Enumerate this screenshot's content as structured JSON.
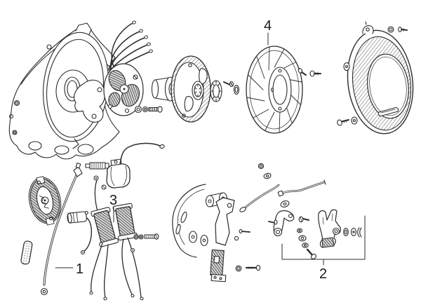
{
  "diagram": {
    "type": "exploded-parts-diagram",
    "background": "#ffffff",
    "ink": "#2b2b2b",
    "callouts": {
      "cable": "1",
      "linkage_group": "2",
      "ignition_coils": "3",
      "cooling_fan": "4"
    }
  }
}
